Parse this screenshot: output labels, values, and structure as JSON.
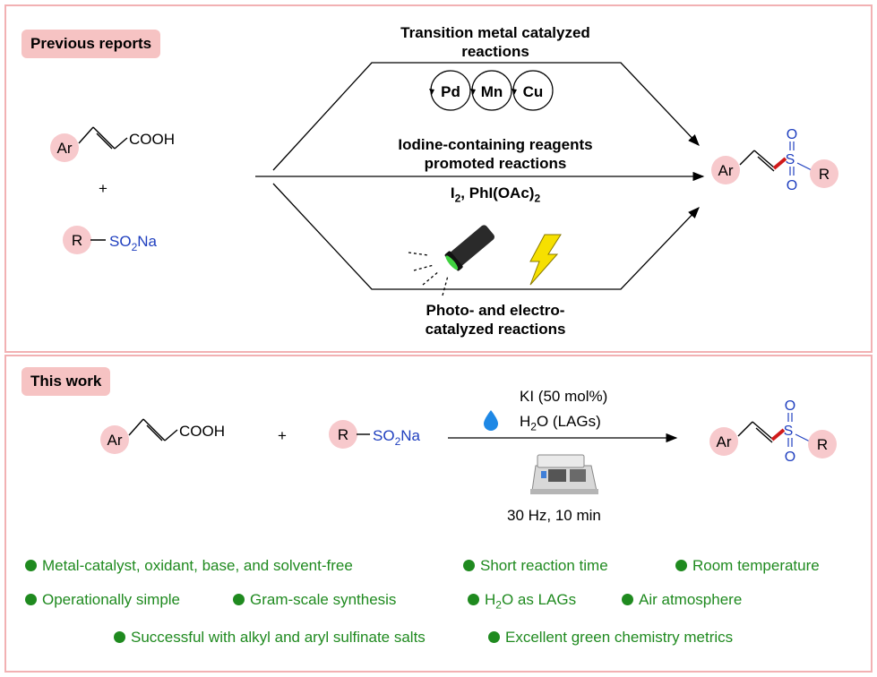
{
  "previous": {
    "tag": "Previous reports",
    "tm_title_1": "Transition metal catalyzed",
    "tm_title_2": "reactions",
    "metals": [
      "Pd",
      "Mn",
      "Cu"
    ],
    "iodine_1": "Iodine-containing reagents",
    "iodine_2": "promoted reactions",
    "reagents_main": "I",
    "reagents_sub1": "2",
    "reagents_mid": ", PhI(OAc)",
    "reagents_sub2": "2",
    "photo_1": "Photo- and electro-",
    "photo_2": "catalyzed reactions"
  },
  "common": {
    "ar": "Ar",
    "r": "R",
    "cooh": "COOH",
    "plus": "+",
    "so2na_main": "SO",
    "so2na_sub": "2",
    "so2na_end": "Na",
    "s": "S",
    "o": "O"
  },
  "this_work": {
    "tag": "This work",
    "ki": "KI (50 mol%)",
    "h2o_main": "H",
    "h2o_sub": "2",
    "h2o_end": "O (LAGs)",
    "conditions": "30 Hz, 10 min"
  },
  "features": {
    "f1": "Metal-catalyst, oxidant, base, and solvent-free",
    "f2": "Short reaction time",
    "f3": "Room temperature",
    "f4": "Operationally simple",
    "f5": "Gram-scale synthesis",
    "f6_main": "H",
    "f6_sub": "2",
    "f6_end": "O as LAGs",
    "f7": "Air atmosphere",
    "f8": "Successful with alkyl and aryl sulfinate salts",
    "f9": "Excellent green chemistry metrics"
  },
  "colors": {
    "pink_circle": "#f7c9cc",
    "panel_border": "#f2b1b3",
    "tag_bg": "#f6c3c3",
    "feature_green": "#1f8a1f",
    "sulfonyl_blue": "#1f3fbf",
    "bond_red": "#d01a1a",
    "bolt_yellow": "#f6e000"
  }
}
